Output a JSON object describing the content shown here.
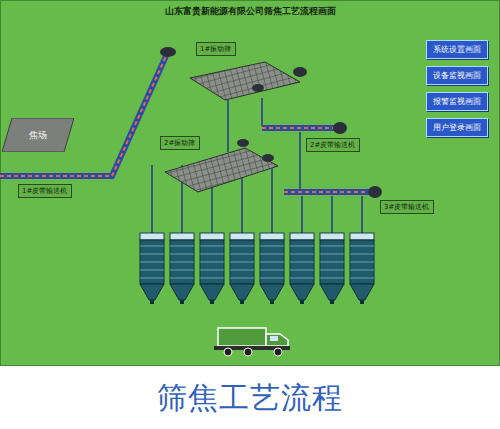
{
  "diagram": {
    "title": "山东富贵新能源有限公司筛焦工艺流程画面",
    "caption": "筛焦工艺流程",
    "nodes": [
      {
        "text": [
          "系统设置画面"
        ]
      },
      {
        "text": [
          "设备监视画面"
        ]
      },
      {
        "text": [
          "报警监视画面"
        ]
      },
      {
        "text": [
          "用户登录画面"
        ]
      },
      {
        "text": [
          "1#振动筛"
        ]
      },
      {
        "text": [
          "2#皮带输送机"
        ]
      },
      {
        "text": [
          "焦场"
        ]
      },
      {
        "text": [
          "2#振动筛"
        ]
      },
      {
        "text": [
          "1#皮带输送机"
        ]
      },
      {
        "text": [
          "3#皮带输送机"
        ]
      }
    ]
  }
}
